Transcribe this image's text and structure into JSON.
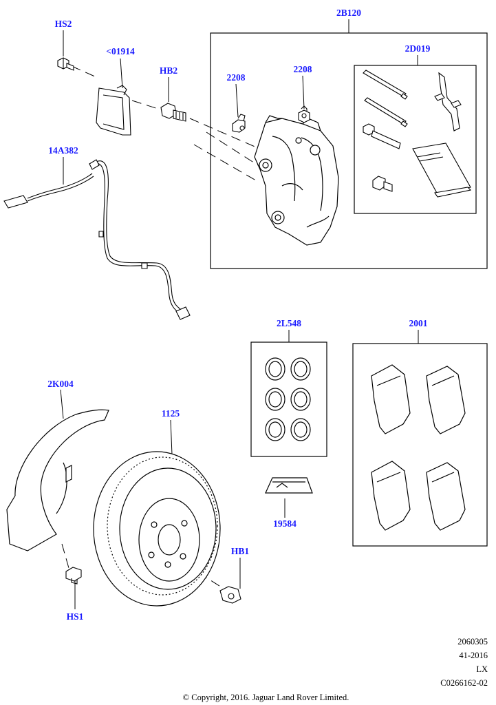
{
  "callouts": {
    "hs2": "HS2",
    "p01914": "<01914",
    "hb2": "HB2",
    "p2b120": "2B120",
    "p2208a": "2208",
    "p2208b": "2208",
    "p2d019": "2D019",
    "p14a382": "14A382",
    "p2l548": "2L548",
    "p2001": "2001",
    "p2k004": "2K004",
    "p1125": "1125",
    "p19584": "19584",
    "hb1": "HB1",
    "hs1": "HS1"
  },
  "footer": {
    "line1": "2060305",
    "line2": "41-2016",
    "line3": "LX",
    "line4": "C0266162-02",
    "copyright": "© Copyright, 2016. Jaguar Land Rover Limited."
  },
  "colors": {
    "callout": "#1a1aff",
    "line": "#000000",
    "part_fill": "#ffffff",
    "shade": "#d9d9d9"
  }
}
